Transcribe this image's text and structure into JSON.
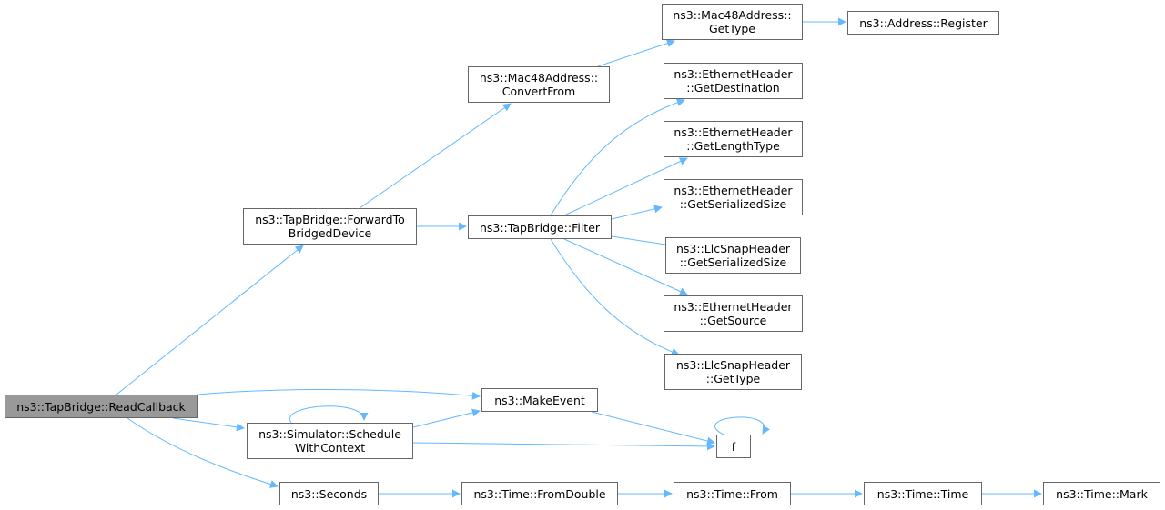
{
  "colors": {
    "edge": "#63b8ff",
    "node_border": "#666666",
    "root_fill": "#999999",
    "node_fill": "#ffffff"
  },
  "nodes": {
    "readcallback": {
      "line1": "ns3::TapBridge::ReadCallback",
      "line2": ""
    },
    "forward": {
      "line1": "ns3::TapBridge::ForwardTo",
      "line2": "BridgedDevice"
    },
    "convertfrom": {
      "line1": "ns3::Mac48Address::",
      "line2": "ConvertFrom"
    },
    "mac_gettype": {
      "line1": "ns3::Mac48Address::",
      "line2": "GetType"
    },
    "addr_register": {
      "line1": "ns3::Address::Register",
      "line2": ""
    },
    "filter": {
      "line1": "ns3::TapBridge::Filter",
      "line2": ""
    },
    "eth_getdest": {
      "line1": "ns3::EthernetHeader",
      "line2": "::GetDestination"
    },
    "eth_getlentype": {
      "line1": "ns3::EthernetHeader",
      "line2": "::GetLengthType"
    },
    "eth_getsersize": {
      "line1": "ns3::EthernetHeader",
      "line2": "::GetSerializedSize"
    },
    "llc_getsersize": {
      "line1": "ns3::LlcSnapHeader",
      "line2": "::GetSerializedSize"
    },
    "eth_getsource": {
      "line1": "ns3::EthernetHeader",
      "line2": "::GetSource"
    },
    "llc_gettype": {
      "line1": "ns3::LlcSnapHeader",
      "line2": "::GetType"
    },
    "makeevent": {
      "line1": "ns3::MakeEvent",
      "line2": ""
    },
    "schedulewithcontext": {
      "line1": "ns3::Simulator::Schedule",
      "line2": "WithContext"
    },
    "f": {
      "line1": "f",
      "line2": ""
    },
    "seconds": {
      "line1": "ns3::Seconds",
      "line2": ""
    },
    "fromdouble": {
      "line1": "ns3::Time::FromDouble",
      "line2": ""
    },
    "timefrom": {
      "line1": "ns3::Time::From",
      "line2": ""
    },
    "timetime": {
      "line1": "ns3::Time::Time",
      "line2": ""
    },
    "timemark": {
      "line1": "ns3::Time::Mark",
      "line2": ""
    }
  },
  "edges": [
    {
      "from": "readcallback",
      "to": "forward"
    },
    {
      "from": "readcallback",
      "to": "makeevent"
    },
    {
      "from": "readcallback",
      "to": "schedulewithcontext"
    },
    {
      "from": "readcallback",
      "to": "seconds"
    },
    {
      "from": "forward",
      "to": "convertfrom"
    },
    {
      "from": "forward",
      "to": "filter"
    },
    {
      "from": "convertfrom",
      "to": "mac_gettype"
    },
    {
      "from": "mac_gettype",
      "to": "addr_register"
    },
    {
      "from": "filter",
      "to": "eth_getdest"
    },
    {
      "from": "filter",
      "to": "eth_getlentype"
    },
    {
      "from": "filter",
      "to": "eth_getsersize"
    },
    {
      "from": "filter",
      "to": "llc_getsersize"
    },
    {
      "from": "filter",
      "to": "eth_getsource"
    },
    {
      "from": "filter",
      "to": "llc_gettype"
    },
    {
      "from": "makeevent",
      "to": "f"
    },
    {
      "from": "schedulewithcontext",
      "to": "makeevent"
    },
    {
      "from": "schedulewithcontext",
      "to": "f"
    },
    {
      "from": "schedulewithcontext",
      "to": "schedulewithcontext"
    },
    {
      "from": "f",
      "to": "f"
    },
    {
      "from": "seconds",
      "to": "fromdouble"
    },
    {
      "from": "fromdouble",
      "to": "timefrom"
    },
    {
      "from": "timefrom",
      "to": "timetime"
    },
    {
      "from": "timetime",
      "to": "timemark"
    }
  ]
}
